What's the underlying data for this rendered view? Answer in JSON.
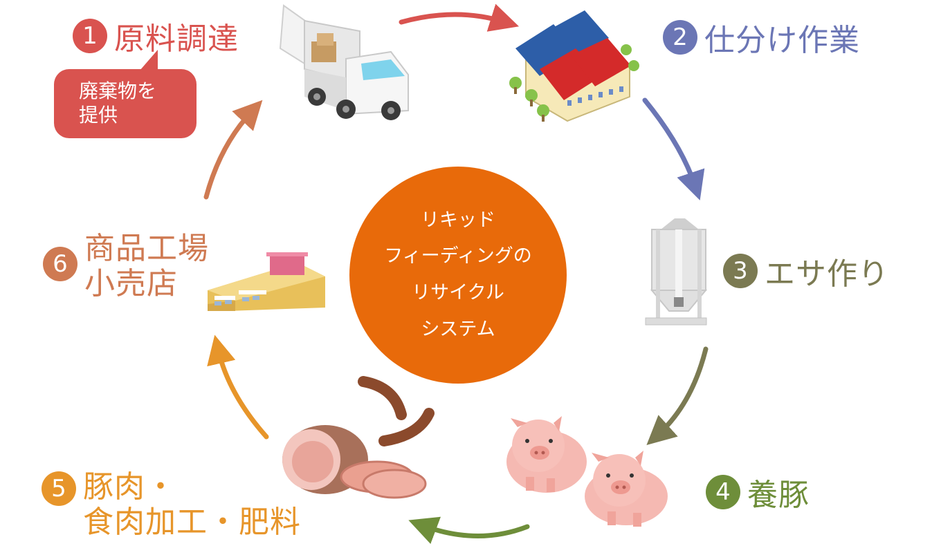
{
  "center": {
    "lines": [
      "リキッド",
      "フィーディングの",
      "リサイクル",
      "システム"
    ],
    "color": "#e86a0a"
  },
  "steps": [
    {
      "num": "1",
      "lines": [
        "原料調達"
      ],
      "color": "#d9534f",
      "icon": "truck-icon"
    },
    {
      "num": "2",
      "lines": [
        "仕分け作業"
      ],
      "color": "#6b76b5",
      "icon": "factory-icon"
    },
    {
      "num": "3",
      "lines": [
        "エサ作り"
      ],
      "color": "#7b7a52",
      "icon": "silo-icon"
    },
    {
      "num": "4",
      "lines": [
        "養豚"
      ],
      "color": "#6e8e3a",
      "icon": "pigs-icon"
    },
    {
      "num": "5",
      "lines": [
        "豚肉・",
        "食肉加工・肥料"
      ],
      "color": "#e7952a",
      "icon": "meat-icon"
    },
    {
      "num": "6",
      "lines": [
        "商品工場",
        "小売店"
      ],
      "color": "#cf7a52",
      "icon": "store-icon"
    }
  ],
  "bubble": {
    "lines": [
      "廃棄物を",
      "提供"
    ],
    "color": "#d9534f"
  },
  "arrows": [
    {
      "from": "1",
      "to": "2",
      "color": "#d9534f"
    },
    {
      "from": "2",
      "to": "3",
      "color": "#6b76b5"
    },
    {
      "from": "3",
      "to": "4",
      "color": "#7b7a52"
    },
    {
      "from": "4",
      "to": "5",
      "color": "#6e8e3a"
    },
    {
      "from": "5",
      "to": "6",
      "color": "#e7952a"
    },
    {
      "from": "6",
      "to": "1",
      "color": "#cf7a52"
    }
  ]
}
